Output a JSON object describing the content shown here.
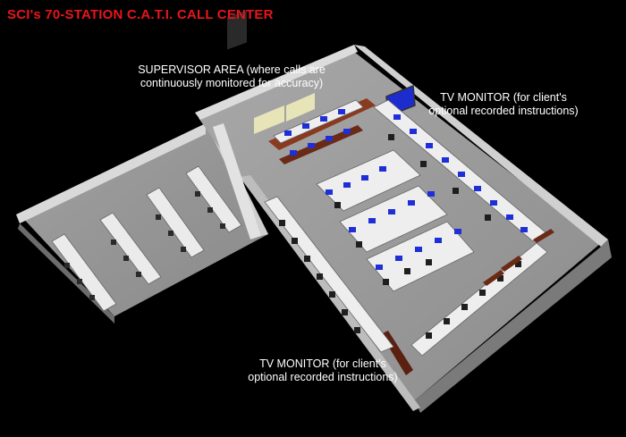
{
  "title": "SCI's 70-STATION C.A.T.I. CALL CENTER",
  "colors": {
    "title": "#e8151b",
    "label": "#ffffff",
    "background": "#000000",
    "floor": "#9c9c9c",
    "wall_top": "#d7d7d7",
    "wall_side": "#6e6e6e",
    "monitor": "#1f2fd8",
    "desk_wood": "#6b2a16"
  },
  "labels": {
    "supervisor": {
      "line1": "SUPERVISOR AREA (where calls are",
      "line2": "continuously monitored for accuracy)"
    },
    "tv_top": {
      "line1": "TV MONITOR (for client's",
      "line2": "optional recorded instructions)"
    },
    "tv_bottom": {
      "line1": "TV MONITOR (for client's",
      "line2": "optional recorded instructions)"
    }
  },
  "icons": {
    "tv": "tv-monitor-icon",
    "workstation": "workstation-icon",
    "chair": "office-chair-icon"
  }
}
